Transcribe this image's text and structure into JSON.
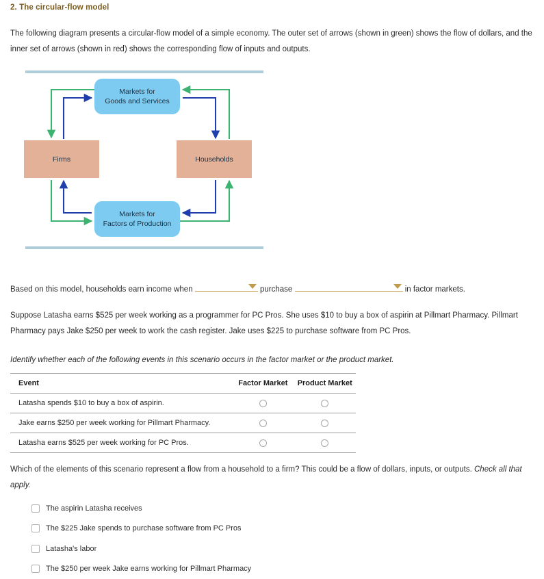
{
  "question": {
    "title": "2. The circular-flow model",
    "intro": "The following diagram presents a circular-flow model of a simple economy. The outer set of arrows (shown in green) shows the flow of dollars, and the inner set of arrows (shown in red) shows the corresponding flow of inputs and outputs."
  },
  "diagram": {
    "nodes": {
      "goods_market": "Markets for\nGoods and Services",
      "goods_market_line1": "Markets for",
      "goods_market_line2": "Goods and Services",
      "factors_market_line1": "Markets for",
      "factors_market_line2": "Factors of Production",
      "firms": "Firms",
      "households": "Households"
    },
    "colors": {
      "market_box": "#7ecbf2",
      "agent_box": "#e3b098",
      "dollar_arrow": "#3cb371",
      "goods_arrow": "#1f3fad",
      "rule": "#aecdd9"
    },
    "legend": {
      "dollars_color_name": "green",
      "inputs_outputs_color_name": "red"
    }
  },
  "fill_in_sentence": {
    "part1": "Based on this model, households earn income when",
    "dropdown1_value": "",
    "part2": "purchase",
    "dropdown2_value": "",
    "part3": "in factor markets."
  },
  "scenario": {
    "text": "Suppose Latasha earns $525 per week working as a programmer for PC Pros. She uses $10 to buy a box of aspirin at Pillmart Pharmacy. Pillmart Pharmacy pays Jake $250 per week to work the cash register. Jake uses $225 to purchase software from PC Pros.",
    "identify_instruction": "Identify whether each of the following events in this scenario occurs in the factor market or the product market."
  },
  "table": {
    "headers": [
      "Event",
      "Factor Market",
      "Product Market"
    ],
    "rows": [
      {
        "event": "Latasha spends $10 to buy a box of aspirin.",
        "factor_market": "",
        "product_market": ""
      },
      {
        "event": "Jake earns $250 per week working for Pillmart Pharmacy.",
        "factor_market": "",
        "product_market": ""
      },
      {
        "event": "Latasha earns $525 per week working for PC Pros.",
        "factor_market": "",
        "product_market": ""
      }
    ]
  },
  "check_all": {
    "prompt_plain": "Which of the elements of this scenario represent a flow from a household to a firm? This could be a flow of dollars, inputs, or outputs. ",
    "prompt_italic": "Check all that apply.",
    "options": [
      "The aspirin Latasha receives",
      "The $225 Jake spends to purchase software from PC Pros",
      "Latasha's labor",
      "The $250 per week Jake earns working for Pillmart Pharmacy"
    ]
  }
}
